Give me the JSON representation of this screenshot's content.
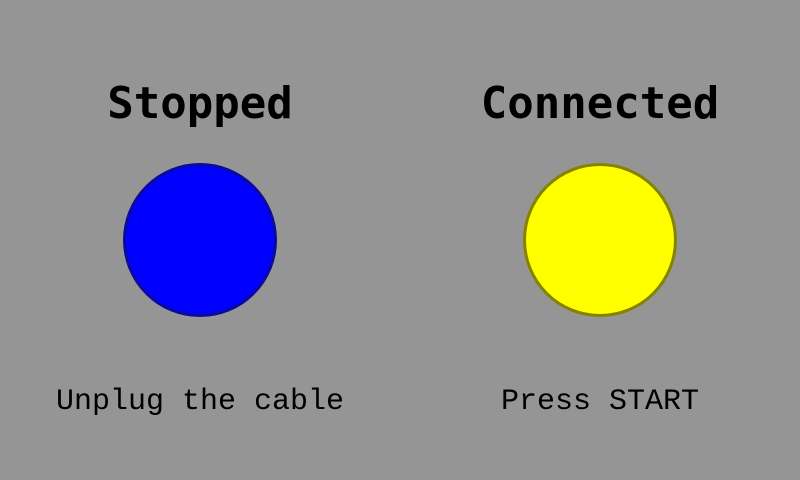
{
  "panels": [
    {
      "status": "Stopped",
      "light_color": "#0000ff",
      "light_border": "#0a0a9e",
      "instruction": "Unplug the cable"
    },
    {
      "status": "Connected",
      "light_color": "#ffff00",
      "light_border": "#858200",
      "instruction": "Press START"
    }
  ]
}
